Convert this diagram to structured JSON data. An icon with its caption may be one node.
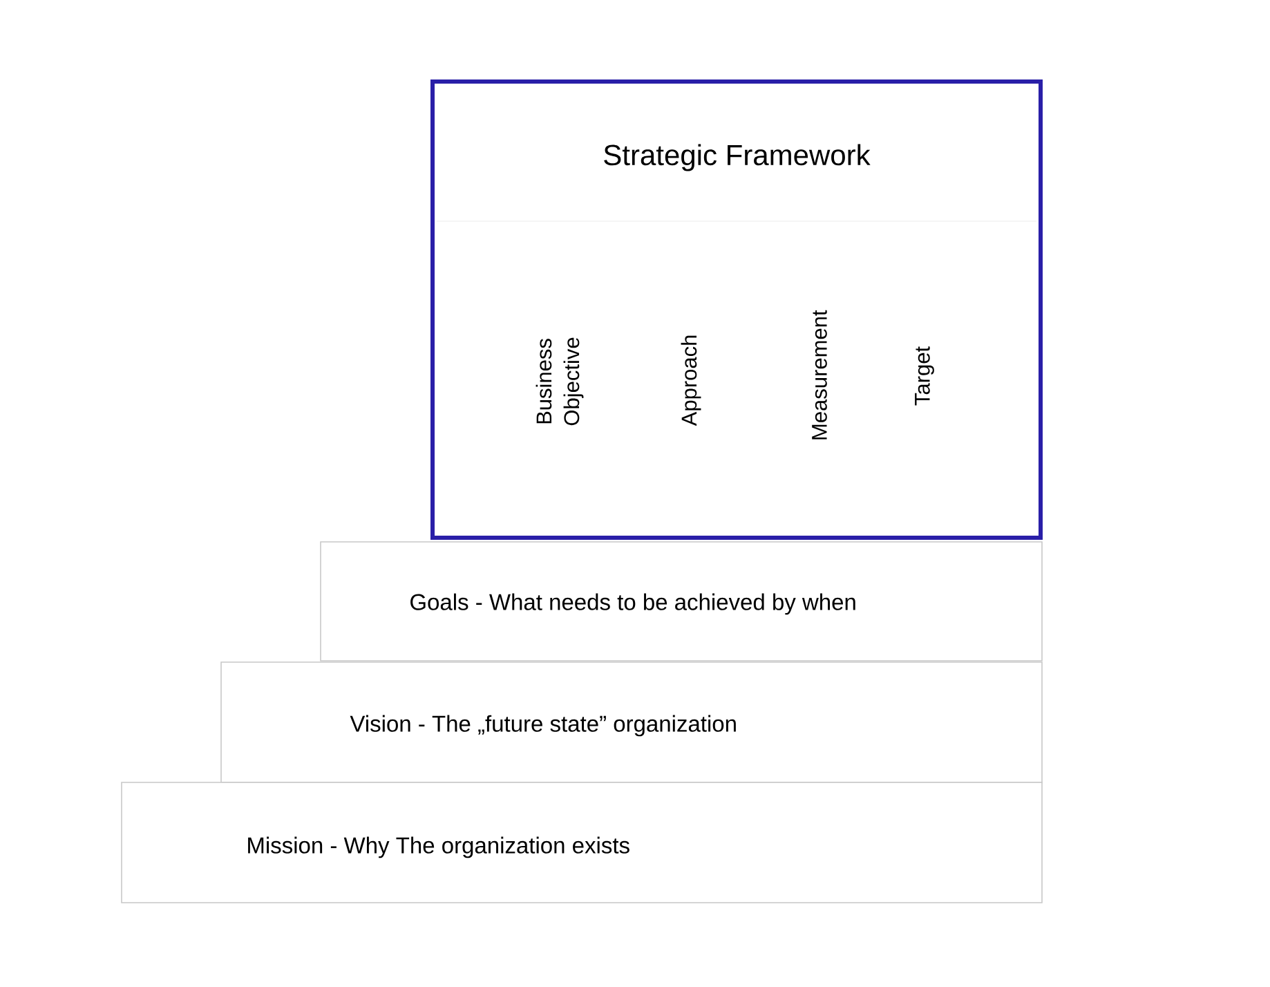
{
  "diagram": {
    "nodes": [
      {
        "text": [
          "Strategic Framework",
          "Business Objective",
          "Approach",
          "Measurement",
          "Target"
        ]
      },
      {
        "text": [
          "Goals - What needs to be achieved by when"
        ]
      },
      {
        "text": [
          "Vision - The „future state” organization"
        ]
      },
      {
        "text": [
          "Mission - Why The organization exists"
        ]
      }
    ]
  }
}
